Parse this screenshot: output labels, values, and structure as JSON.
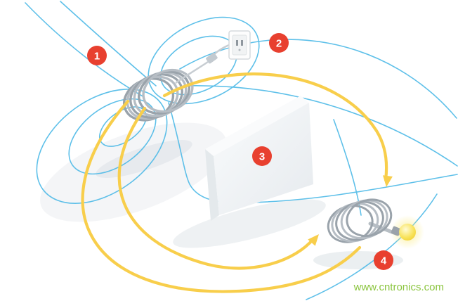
{
  "colors": {
    "badge": "#e8402f",
    "badge_text": "#ffffff",
    "field_line": "#56bde8",
    "energy_line": "#f8ce4b",
    "coil": "#9aa3ab",
    "coil_light": "#b6bdc4",
    "bulb": "#f6d93c",
    "watermark": "#8bc53f"
  },
  "badges": [
    {
      "number": "1",
      "marks": "transmitter-coil"
    },
    {
      "number": "2",
      "marks": "wall-outlet"
    },
    {
      "number": "3",
      "marks": "barrier-block"
    },
    {
      "number": "4",
      "marks": "receiver-coil-bulb"
    }
  ],
  "watermark": {
    "text": "www.cntronics.com"
  }
}
